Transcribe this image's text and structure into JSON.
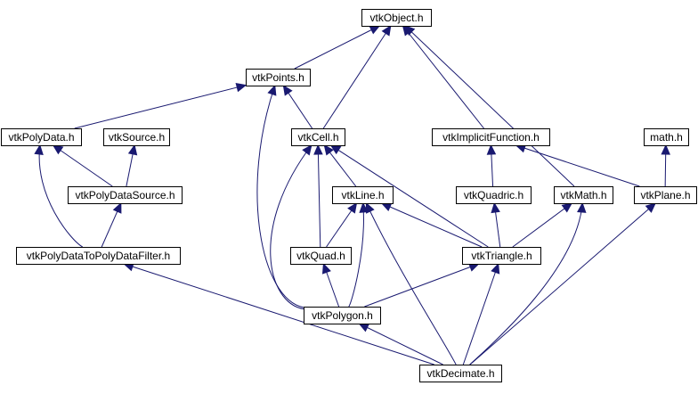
{
  "colors": {
    "edge": "#191970",
    "box_stroke": "#000000",
    "box_fill": "#ffffff",
    "text": "#000000",
    "external_stroke": "#bfbfbf",
    "missing_stroke": "#ff0000",
    "highlight_fill": "#000000",
    "highlight_text": "#ffffff"
  },
  "nodes": [
    {
      "id": "vtkObject",
      "label": "vtkObject.h",
      "style": "normal"
    },
    {
      "id": "vtkPoints",
      "label": "vtkPoints.h",
      "style": "normal"
    },
    {
      "id": "vtkPolyData",
      "label": "vtkPolyData.h",
      "style": "normal"
    },
    {
      "id": "vtkSource",
      "label": "vtkSource.h",
      "style": "missing"
    },
    {
      "id": "vtkCell",
      "label": "vtkCell.h",
      "style": "normal"
    },
    {
      "id": "vtkImplicitFunction",
      "label": "vtkImplicitFunction.h",
      "style": "normal"
    },
    {
      "id": "math",
      "label": "math.h",
      "style": "external"
    },
    {
      "id": "vtkPolyDataSource",
      "label": "vtkPolyDataSource.h",
      "style": "normal"
    },
    {
      "id": "vtkLine",
      "label": "vtkLine.h",
      "style": "normal"
    },
    {
      "id": "vtkQuadric",
      "label": "vtkQuadric.h",
      "style": "normal"
    },
    {
      "id": "vtkMath",
      "label": "vtkMath.h",
      "style": "normal"
    },
    {
      "id": "vtkPlane",
      "label": "vtkPlane.h",
      "style": "normal"
    },
    {
      "id": "vtkPolyDataToPolyDataFilter",
      "label": "vtkPolyDataToPolyDataFilter.h",
      "style": "normal"
    },
    {
      "id": "vtkQuad",
      "label": "vtkQuad.h",
      "style": "normal"
    },
    {
      "id": "vtkTriangle",
      "label": "vtkTriangle.h",
      "style": "normal"
    },
    {
      "id": "vtkPolygon",
      "label": "vtkPolygon.h",
      "style": "normal"
    },
    {
      "id": "vtkDecimate",
      "label": "vtkDecimate.h",
      "style": "highlight"
    }
  ],
  "edges": [
    {
      "from": "vtkPoints",
      "to": "vtkObject"
    },
    {
      "from": "vtkCell",
      "to": "vtkObject"
    },
    {
      "from": "vtkImplicitFunction",
      "to": "vtkObject"
    },
    {
      "from": "vtkMath",
      "to": "vtkObject"
    },
    {
      "from": "vtkPolyData",
      "to": "vtkPoints"
    },
    {
      "from": "vtkCell",
      "to": "vtkPoints"
    },
    {
      "from": "vtkPolygon",
      "to": "vtkPoints"
    },
    {
      "from": "vtkPolyDataSource",
      "to": "vtkPolyData"
    },
    {
      "from": "vtkPolyDataToPolyDataFilter",
      "to": "vtkPolyData"
    },
    {
      "from": "vtkPolyDataSource",
      "to": "vtkSource"
    },
    {
      "from": "vtkPolyDataToPolyDataFilter",
      "to": "vtkPolyDataSource"
    },
    {
      "from": "vtkLine",
      "to": "vtkCell"
    },
    {
      "from": "vtkQuad",
      "to": "vtkCell"
    },
    {
      "from": "vtkTriangle",
      "to": "vtkCell"
    },
    {
      "from": "vtkPolygon",
      "to": "vtkCell"
    },
    {
      "from": "vtkQuadric",
      "to": "vtkImplicitFunction"
    },
    {
      "from": "vtkPlane",
      "to": "vtkImplicitFunction"
    },
    {
      "from": "vtkPlane",
      "to": "math"
    },
    {
      "from": "vtkQuad",
      "to": "vtkLine"
    },
    {
      "from": "vtkTriangle",
      "to": "vtkLine"
    },
    {
      "from": "vtkPolygon",
      "to": "vtkLine"
    },
    {
      "from": "vtkDecimate",
      "to": "vtkLine"
    },
    {
      "from": "vtkTriangle",
      "to": "vtkQuadric"
    },
    {
      "from": "vtkTriangle",
      "to": "vtkMath"
    },
    {
      "from": "vtkDecimate",
      "to": "vtkMath"
    },
    {
      "from": "vtkPolygon",
      "to": "vtkQuad"
    },
    {
      "from": "vtkPolygon",
      "to": "vtkTriangle"
    },
    {
      "from": "vtkDecimate",
      "to": "vtkTriangle"
    },
    {
      "from": "vtkDecimate",
      "to": "vtkPolyDataToPolyDataFilter"
    },
    {
      "from": "vtkDecimate",
      "to": "vtkPolygon"
    },
    {
      "from": "vtkDecimate",
      "to": "vtkPlane"
    }
  ]
}
